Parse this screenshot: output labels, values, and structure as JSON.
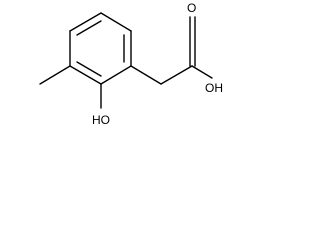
{
  "molecule": {
    "labels": {
      "carbonyl_oxygen": "O",
      "acid_hydroxyl": "OH",
      "phenol_hydroxyl": "HO"
    },
    "atom_color": "#000000"
  }
}
